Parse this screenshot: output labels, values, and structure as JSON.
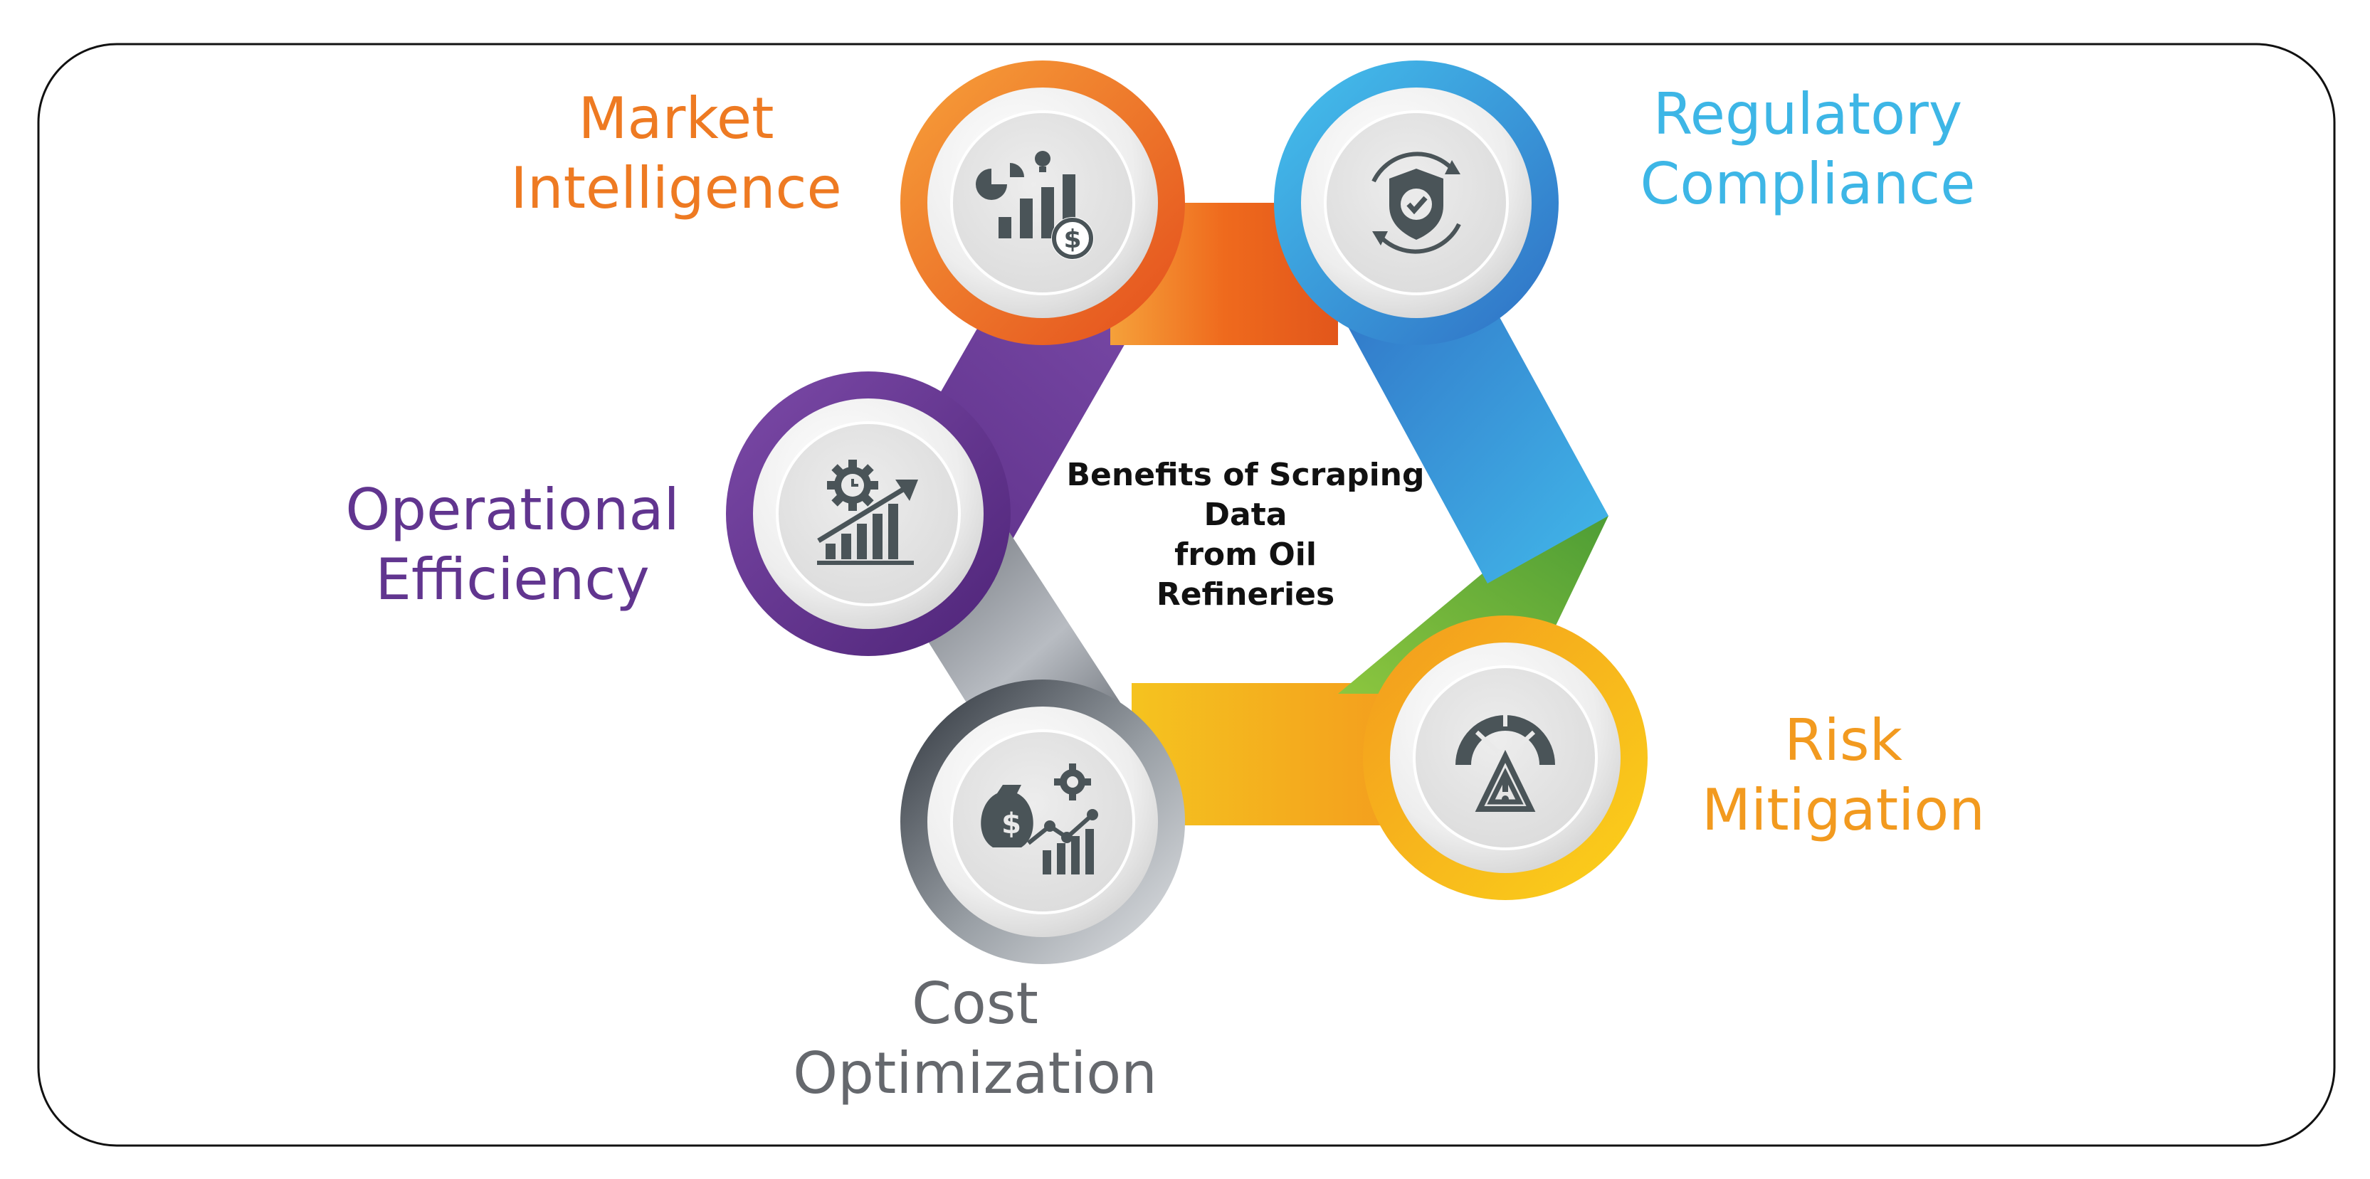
{
  "diagram": {
    "title_lines": [
      "Benefits of Scraping",
      "Data",
      "from Oil",
      "Refineries"
    ],
    "benefits": [
      {
        "name": "market-intelligence",
        "lines": [
          "Market",
          "Intelligence"
        ],
        "color": "#ee7a22",
        "icon": "chart-coin-bulb-icon"
      },
      {
        "name": "regulatory-compliance",
        "lines": [
          "Regulatory",
          "Compliance"
        ],
        "color": "#3db6e6",
        "icon": "shield-check-icon"
      },
      {
        "name": "operational-efficiency",
        "lines": [
          "Operational",
          "Efficiency"
        ],
        "color": "#61358f",
        "icon": "gear-growth-chart-icon"
      },
      {
        "name": "risk-mitigation",
        "lines": [
          "Risk",
          "Mitigation"
        ],
        "color": "#f29a1f",
        "icon": "gauge-warning-icon"
      },
      {
        "name": "cost-optimization",
        "lines": [
          "Cost",
          "Optimization"
        ],
        "color": "#65686d",
        "icon": "money-bag-chart-icon"
      }
    ],
    "colors": {
      "frame_border": "#111111",
      "icon": "#4a5458",
      "title": "#111111"
    }
  }
}
